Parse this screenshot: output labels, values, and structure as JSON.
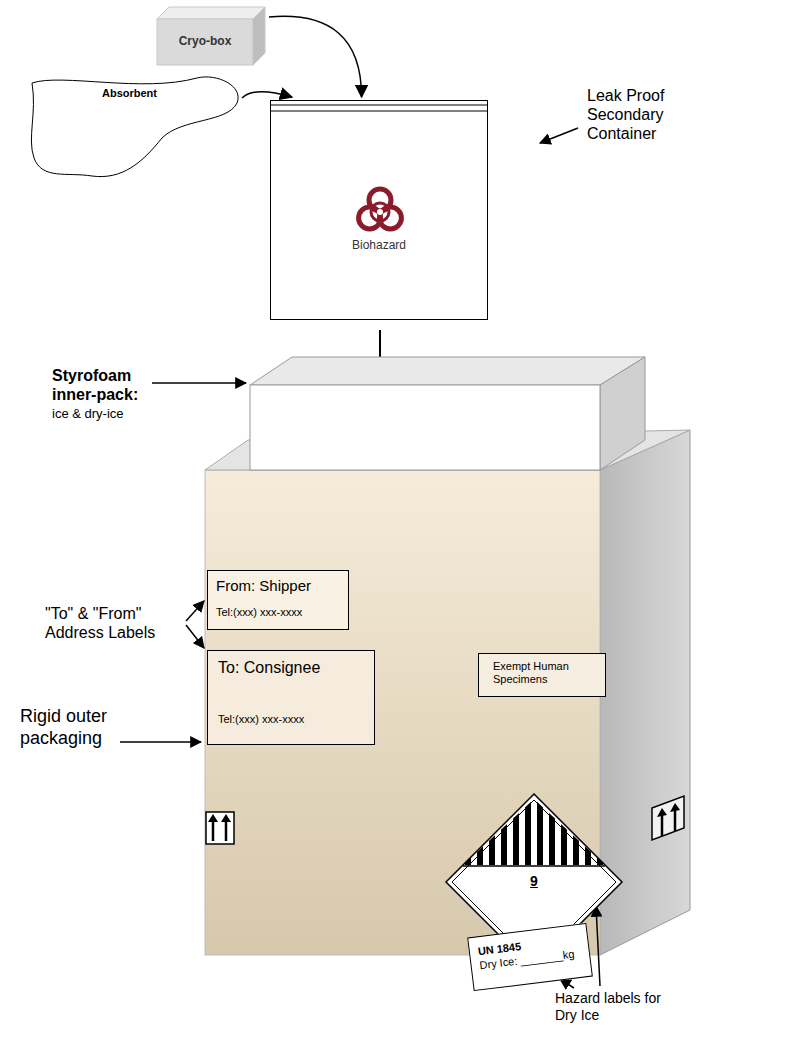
{
  "diagram": {
    "nodes": [
      {
        "text": [
          "Cryo-box"
        ]
      },
      {
        "text": [
          "Absorbent"
        ]
      },
      {
        "text": [
          "Biohazard"
        ]
      },
      {
        "text": [
          "From: Shipper",
          "Tel:(xxx) xxx-xxxx"
        ]
      },
      {
        "text": [
          "To: Consignee",
          "Tel:(xxx) xxx-xxxx"
        ]
      },
      {
        "text": [
          "Exempt Human Specimens"
        ]
      },
      {
        "text": [
          "9"
        ]
      },
      {
        "text": [
          "UN 1845",
          "Dry Ice: _______kg"
        ]
      }
    ],
    "edges": [
      {
        "from": 0,
        "to": 2,
        "arrow": "to"
      },
      {
        "from": 1,
        "to": 2,
        "arrow": "to"
      }
    ],
    "labels": [
      "Leak Proof Secondary Container",
      "Styrofoam inner-pack:",
      "ice & dry-ice",
      "\"To\" & \"From\" Address Labels",
      "Rigid outer packaging",
      "Hazard labels for Dry Ice"
    ]
  }
}
